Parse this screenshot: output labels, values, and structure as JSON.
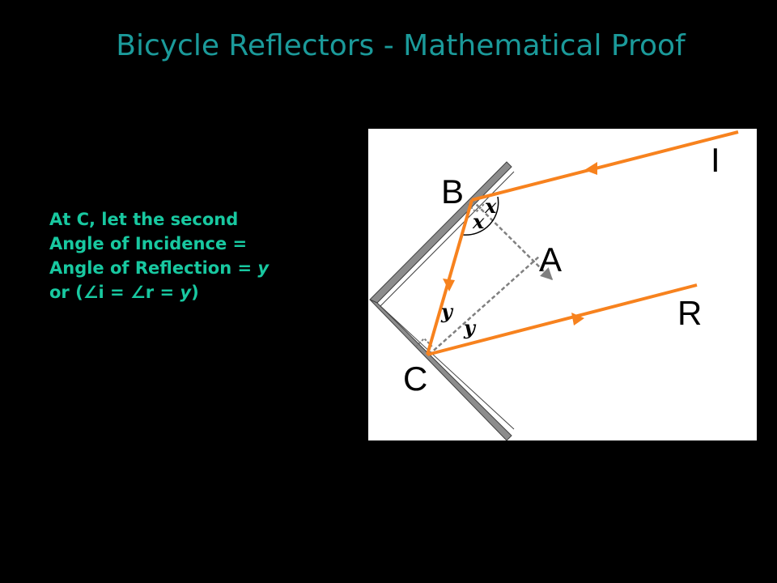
{
  "slide": {
    "title": "Bicycle Reflectors - Mathematical Proof"
  },
  "explanation": {
    "line1": "At C, let the second",
    "line2": "Angle of Incidence =",
    "line3_prefix": "Angle of Reflection = ",
    "line3_var": "y",
    "line4_prefix": "or (",
    "angle_symbol": "∠",
    "i": "i",
    "equals": " = ",
    "r": "r",
    "line4_var": "y",
    "line4_suffix": ")"
  },
  "diagram": {
    "labels": {
      "incident_ray": "I",
      "point_b": "B",
      "point_a": "A",
      "reflected_ray": "R",
      "point_c": "C"
    },
    "angle_labels": {
      "x_first": "x",
      "x_second": "x",
      "y_first": "y",
      "y_second": "y"
    },
    "colors": {
      "ray": "#f7821e",
      "mirror_fill": "#8c8c8c",
      "mirror_edge": "#404040",
      "normal": "#808080",
      "title": "#1b9a9a",
      "text": "#18c8a0"
    }
  }
}
